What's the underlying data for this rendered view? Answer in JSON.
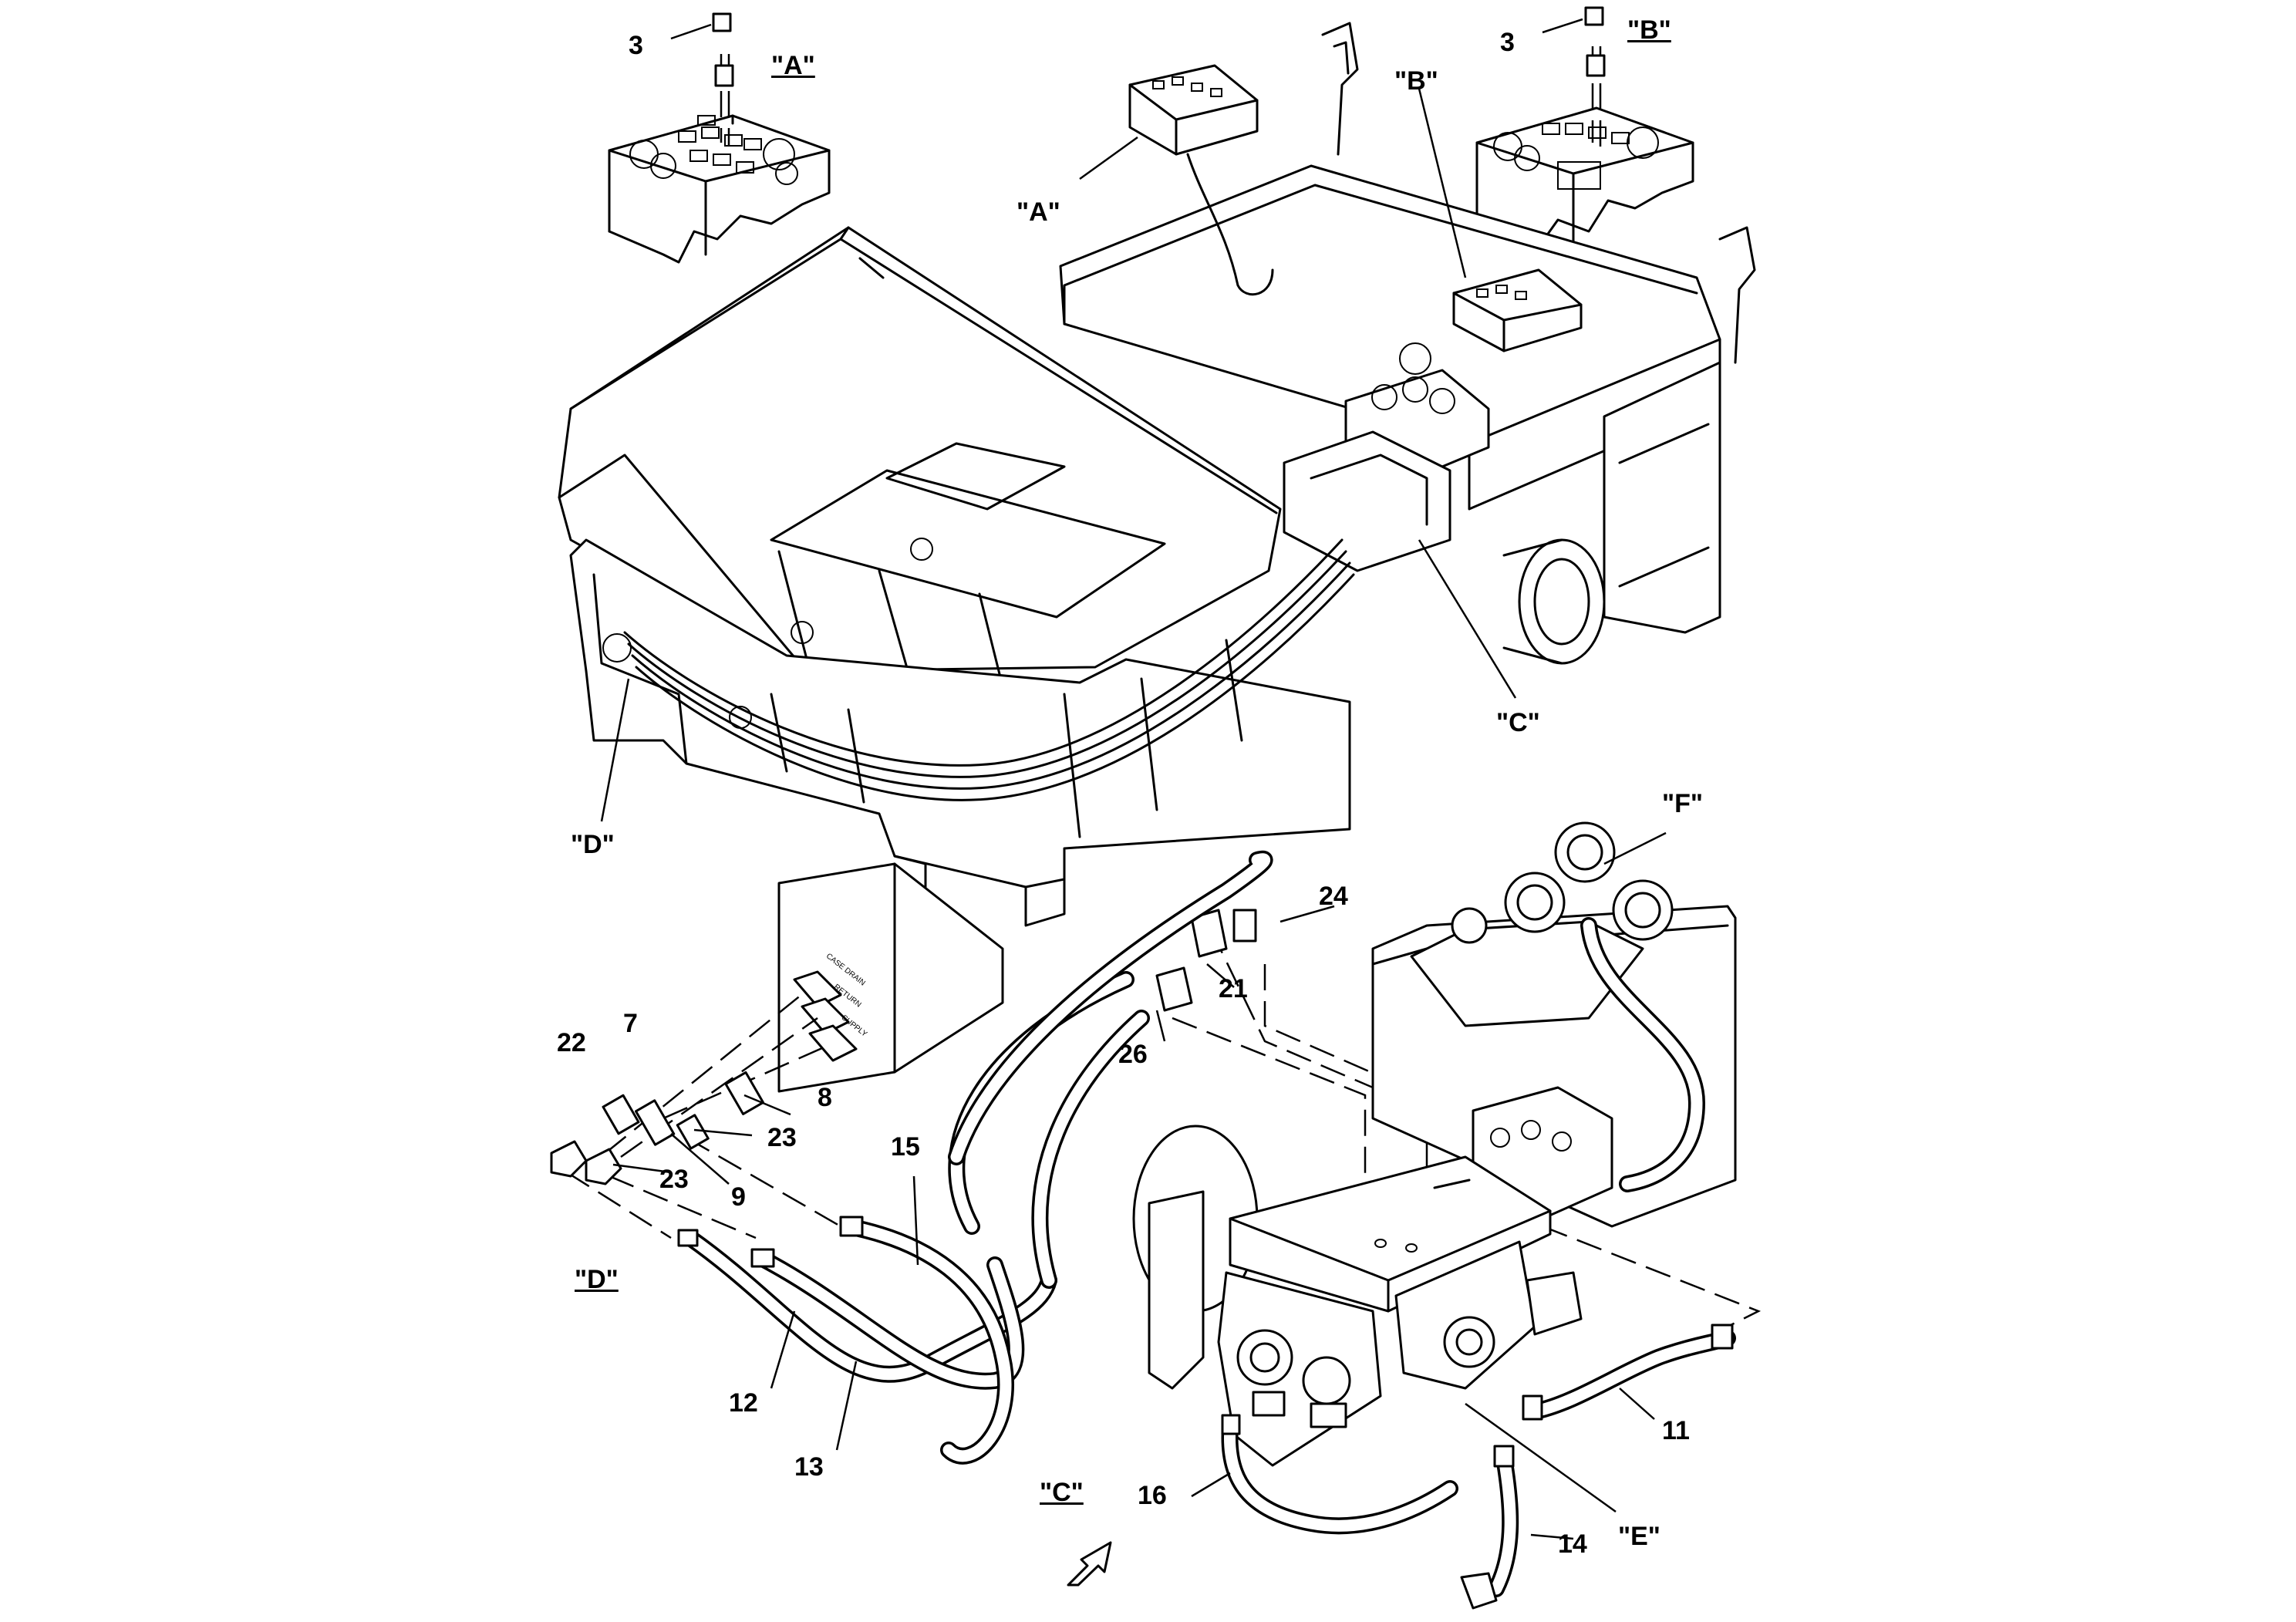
{
  "callouts": {
    "c3_left": "3",
    "c3_right": "3",
    "c7": "7",
    "c8": "8",
    "c9": "9",
    "c11": "11",
    "c12": "12",
    "c13": "13",
    "c14": "14",
    "c15": "15",
    "c16": "16",
    "c21": "21",
    "c22": "22",
    "c23_upper": "23",
    "c23_lower": "23",
    "c24": "24",
    "c26": "26"
  },
  "views": {
    "a_detail": "\"A\"",
    "b_detail": "\"B\"",
    "a_ref": "\"A\"",
    "b_ref": "\"B\"",
    "c_ref": "\"C\"",
    "d_ref": "\"D\"",
    "f_ref": "\"F\"",
    "e_ref": "\"E\"",
    "d_view": "\"D\"",
    "c_view": "\"C\""
  },
  "port_labels": {
    "case_drain": "CASE DRAIN",
    "return": "RETURN",
    "supply": "SUPPLY"
  }
}
